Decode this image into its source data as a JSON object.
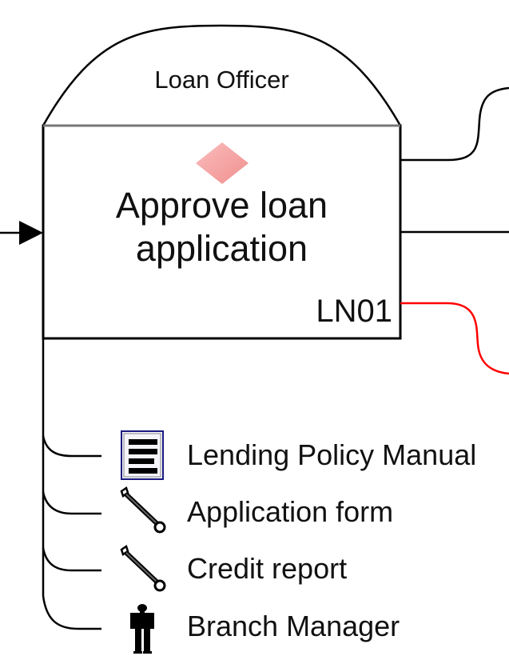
{
  "activity": {
    "role": "Loan Officer",
    "title_line1": "Approve loan",
    "title_line2": "application",
    "code": "LN01",
    "decision_marker_color": "#f4a0a0"
  },
  "connectors": {
    "incoming": {
      "color": "#000000"
    },
    "outgoing": [
      {
        "name": "upper-output",
        "color": "#000000"
      },
      {
        "name": "middle-output",
        "color": "#000000"
      },
      {
        "name": "exception-output",
        "color": "#ff0000"
      }
    ]
  },
  "resources": [
    {
      "label": "Lending Policy Manual",
      "icon": "document-icon"
    },
    {
      "label": "Application form",
      "icon": "wrench-icon"
    },
    {
      "label": "Credit report",
      "icon": "wrench-icon"
    },
    {
      "label": "Branch Manager",
      "icon": "person-icon"
    }
  ]
}
